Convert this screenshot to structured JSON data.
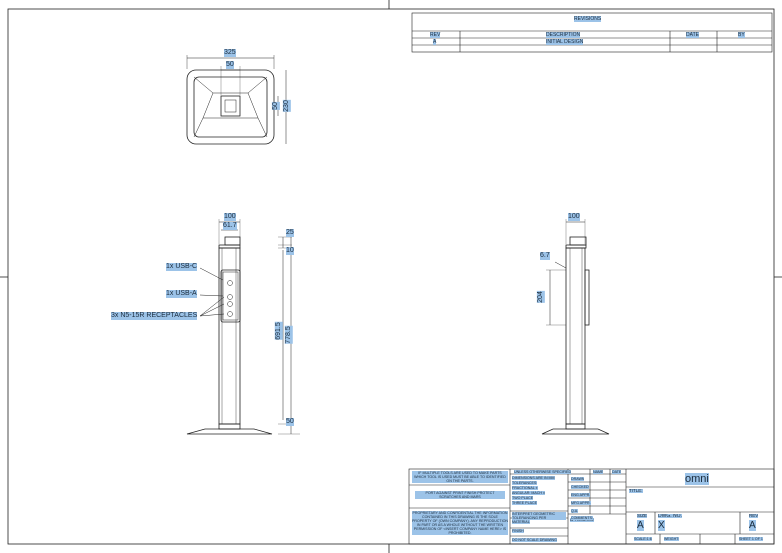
{
  "revisions": {
    "title": "REVISIONS",
    "headers": {
      "rev": "REV",
      "description": "DESCRIPTION",
      "date": "DATE",
      "by": "BY"
    },
    "rows": [
      {
        "rev": "A",
        "description": "INITIAL DESIGN",
        "date": "",
        "by": ""
      }
    ]
  },
  "top_view": {
    "overall_width": "325",
    "inner_width": "50",
    "inner_height": "50",
    "overall_height": "230"
  },
  "front_view": {
    "top_width": "100",
    "inner_width": "61.7",
    "cap_height": "25",
    "cap_offset": "10",
    "port_height": "691.5",
    "total_height": "778.5",
    "base_height": "50",
    "callouts": {
      "usb_c": "1x USB-C",
      "usb_a": "1x USB-A",
      "receptacles": "3x N5-15R RECEPTACLES"
    }
  },
  "side_view": {
    "top_width": "100",
    "offset": "6.7",
    "panel_height": "204"
  },
  "title_block": {
    "notes": {
      "multiple_tools": "IF MULTIPLE TOOLS ARE USED TO MAKE PARTS WHICH TOOL IS USED MUST BE ABLE TO IDENTIFIED ON THE PARTS.",
      "protect_finish": "PORT AGAINST PRINT FINISH PROTECT SCRATCHES AND MARS",
      "proprietary": "PROPRIETARY AND CONFIDENTIAL THE INFORMATION CONTAINED IN THIS DRAWING IS THE SOLE PROPERTY OF (OWN COMPANY). ANY REPRODUCTION IN PART OR AS A WHOLE WITHOUT THE WRITTEN PERMISSION OF <INSERT COMPANY NAME HERE> IS PROHIBITED."
    },
    "spec_header": "UNLESS OTHERWISE SPECIFIED",
    "spec_lines": [
      "DIMENSIONS ARE IN MM",
      "TOLERANCES:",
      "FRACTIONAL ±",
      "ANGULAR: MACH ±",
      "TWO PLACE",
      "THREE PLACE"
    ],
    "interpret": "INTERPRET GEOMETRIC TOLERANCING PER",
    "material": "MATERIAL",
    "finish": "FINISH",
    "do_not_scale": "DO NOT SCALE DRAWING",
    "application": "APPLICATION",
    "role_name": "NAME",
    "role_date": "DATE",
    "roles": [
      "DRAWN",
      "CHECKED",
      "ENG APPR.",
      "MFG APPR.",
      "Q.A.",
      "COMMENTS:"
    ],
    "company": "omni",
    "title_label": "TITLE:",
    "size_label": "SIZE",
    "size_value": "A",
    "dwg_label": "DWG. NO.",
    "dwg_value": "X",
    "rev_label": "REV",
    "rev_value": "A",
    "scale": "SCALE:1:6",
    "weight": "WEIGHT:",
    "sheet": "SHEET 1 OF 1"
  }
}
